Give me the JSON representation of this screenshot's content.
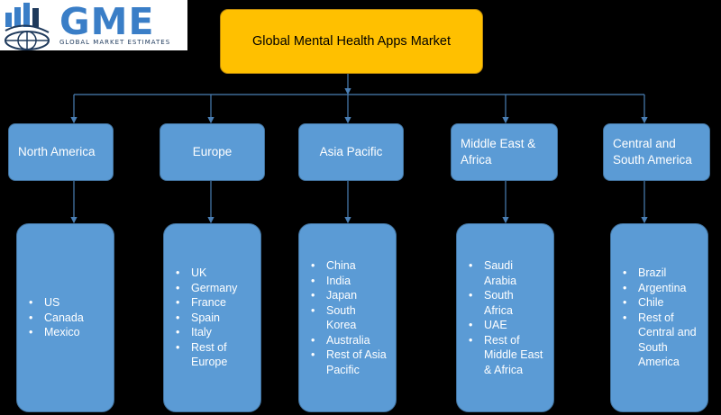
{
  "logo": {
    "word": "GME",
    "tagline": "GLOBAL MARKET ESTIMATES"
  },
  "title": "Global Mental Health Apps Market",
  "regions": [
    {
      "name": "North America",
      "countries": [
        "US",
        "Canada",
        "Mexico"
      ]
    },
    {
      "name": "Europe",
      "countries": [
        "UK",
        "Germany",
        "France",
        "Spain",
        "Italy",
        "Rest of Europe"
      ]
    },
    {
      "name": "Asia Pacific",
      "countries": [
        "China",
        "India",
        "Japan",
        "South Korea",
        "Australia",
        "Rest of Asia Pacific"
      ]
    },
    {
      "name": "Middle East & Africa",
      "countries": [
        "Saudi Arabia",
        "South Africa",
        "UAE",
        "Rest of Middle East & Africa"
      ]
    },
    {
      "name": "Central and South America",
      "countries": [
        "Brazil",
        "Argentina",
        "Chile",
        "Rest of Central and South America"
      ]
    }
  ],
  "colors": {
    "root": "#ffc000",
    "node": "#5b9bd5",
    "connector": "#4a7fb5",
    "background": "#000000"
  }
}
